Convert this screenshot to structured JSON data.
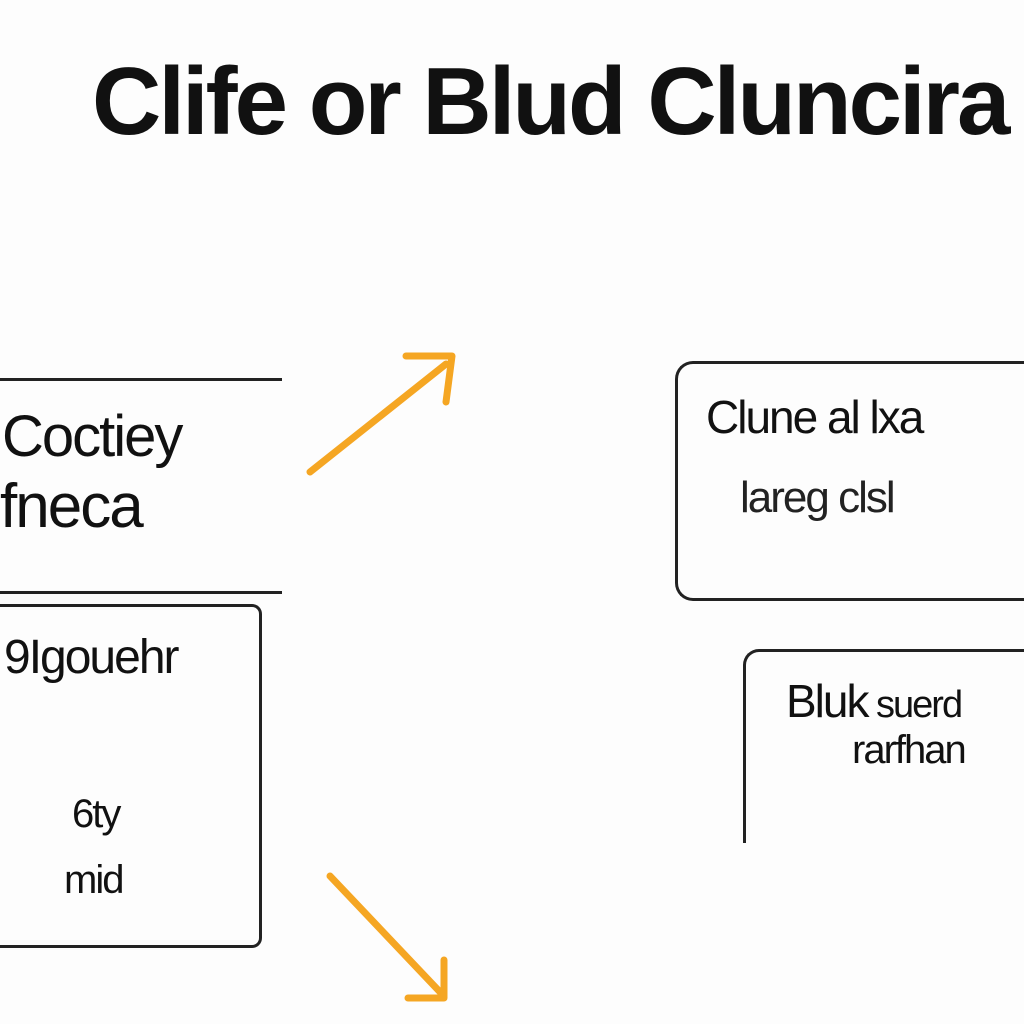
{
  "title": "Clife or Blud Cluncira",
  "boxes": {
    "left_top": {
      "line1": "Coctiey",
      "line2": "fneca"
    },
    "left_bottom": {
      "line1": "9Igouehr",
      "line2": "6ty",
      "line3": "mid"
    },
    "right_top": {
      "line1": "Clune al lxa",
      "line2": "lareg clsl"
    },
    "right_bottom": {
      "line1_a": "Bluk",
      "line1_b": " suerd",
      "line2": "rarfhan"
    }
  },
  "colors": {
    "arrow": "#f5a623",
    "border": "#222222",
    "text": "#111111"
  },
  "icons": [
    "arrow-up-right-icon",
    "arrow-down-right-icon"
  ]
}
